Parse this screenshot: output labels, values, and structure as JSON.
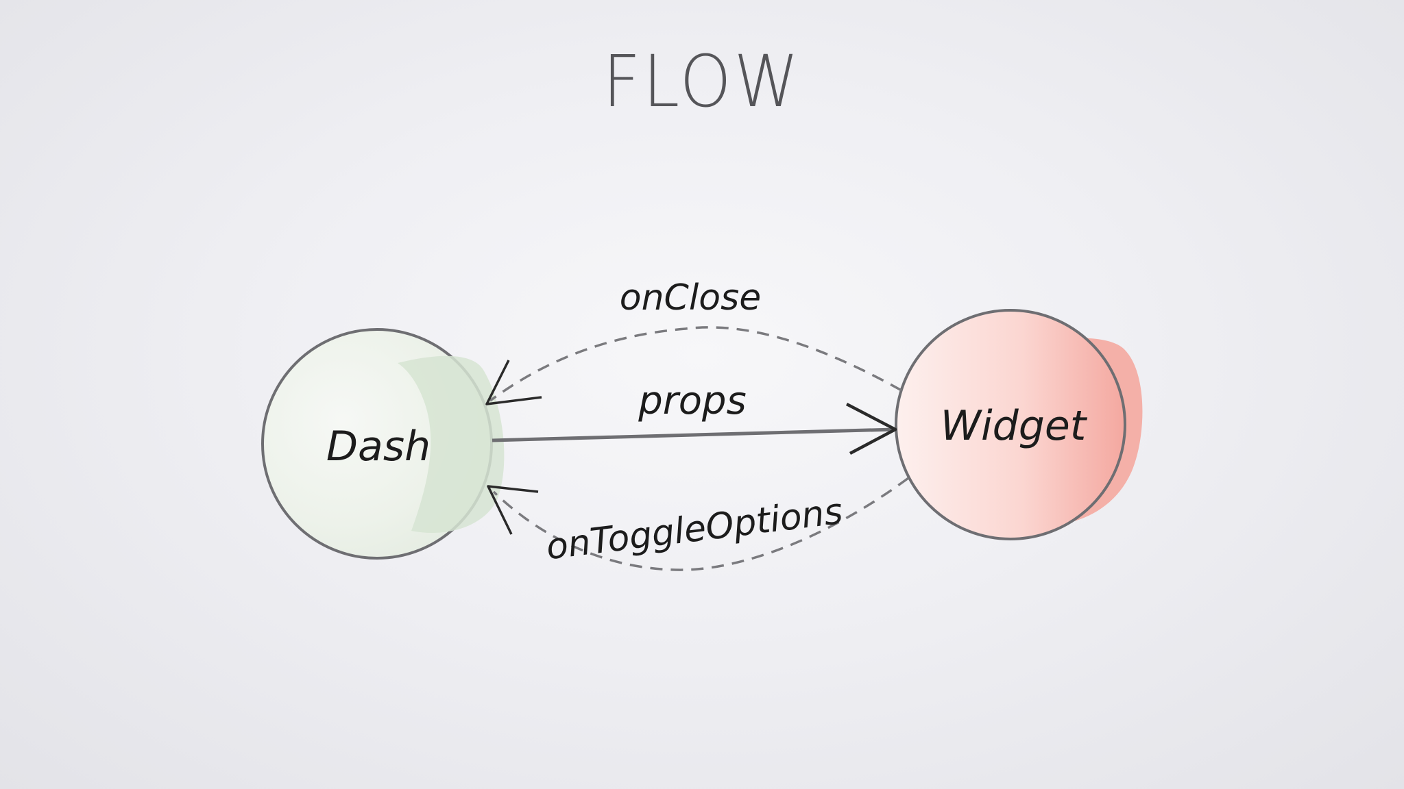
{
  "slide": {
    "title": "FLOW"
  },
  "diagram": {
    "nodes": [
      {
        "id": "dash",
        "label": "Dash",
        "fill": "#dce8d8"
      },
      {
        "id": "widget",
        "label": "Widget",
        "fill": "#f5b3ab"
      }
    ],
    "edges": [
      {
        "id": "onclose",
        "label": "onClose",
        "from": "widget",
        "to": "dash",
        "style": "dashed"
      },
      {
        "id": "props",
        "label": "props",
        "from": "dash",
        "to": "widget",
        "style": "solid"
      },
      {
        "id": "ontoggleoptions",
        "label": "onToggleOptions",
        "from": "widget",
        "to": "dash",
        "style": "dashed"
      }
    ]
  },
  "colors": {
    "stroke": "#6e6e72",
    "dashed_stroke": "#7a7a7e",
    "title": "#555559"
  }
}
